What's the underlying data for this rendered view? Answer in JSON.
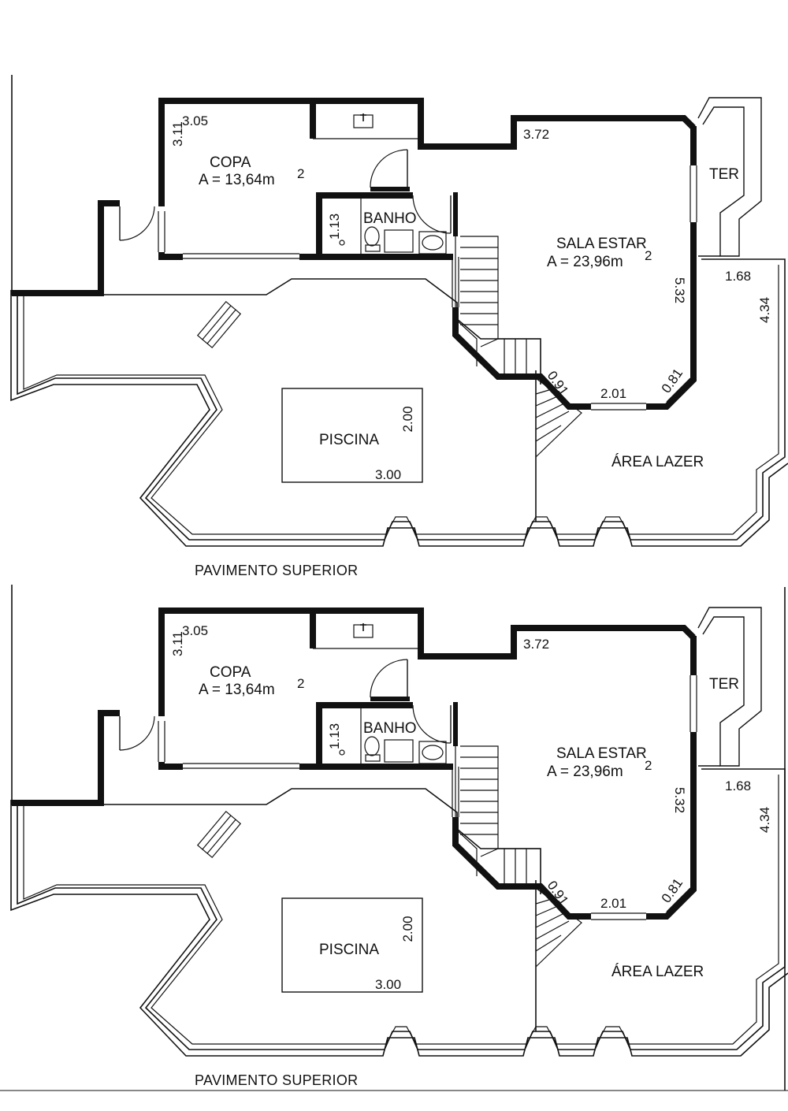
{
  "plans": [
    {
      "rooms": {
        "copa": "COPA",
        "copa_area": "A = 13,64m",
        "copa_area_sup": "2",
        "banho": "BANHO",
        "sala": "SALA ESTAR",
        "sala_area": "A = 23,96m",
        "sala_area_sup": "2",
        "ter": "TER",
        "piscina": "PISCINA",
        "lazer": "ÁREA LAZER"
      },
      "dims": {
        "copa_w": "3.05",
        "copa_h": "3.11",
        "banho_h": "1.13",
        "sala_top": "3.72",
        "sala_right": "5.32",
        "lazer_w": "1.68",
        "lazer_h": "4.34",
        "diag_left": "0.91",
        "sala_bottom": "2.01",
        "diag_right": "0.81",
        "pool_h": "2.00",
        "pool_w": "3.00"
      },
      "caption": "PAVIMENTO SUPERIOR"
    },
    {
      "rooms": {
        "copa": "COPA",
        "copa_area": "A = 13,64m",
        "copa_area_sup": "2",
        "banho": "BANHO",
        "sala": "SALA ESTAR",
        "sala_area": "A = 23,96m",
        "sala_area_sup": "2",
        "ter": "TER",
        "piscina": "PISCINA",
        "lazer": "ÁREA LAZER"
      },
      "dims": {
        "copa_w": "3.05",
        "copa_h": "3.11",
        "banho_h": "1.13",
        "sala_top": "3.72",
        "sala_right": "5.32",
        "lazer_w": "1.68",
        "lazer_h": "4.34",
        "diag_left": "0.91",
        "sala_bottom": "2.01",
        "diag_right": "0.81",
        "pool_h": "2.00",
        "pool_w": "3.00"
      },
      "caption": "PAVIMENTO SUPERIOR"
    }
  ]
}
